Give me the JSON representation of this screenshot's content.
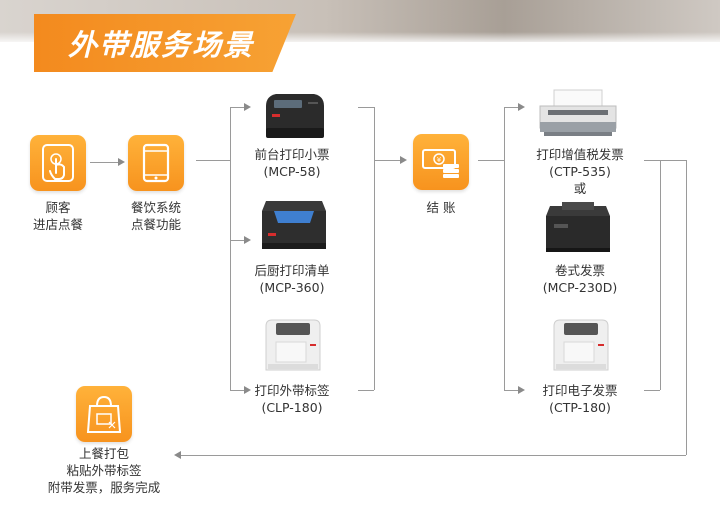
{
  "title": "外带服务场景",
  "steps": {
    "customer": {
      "line1": "顾客",
      "line2": "进店点餐",
      "icon": "touch-hand-icon"
    },
    "ordering": {
      "line1": "餐饮系统",
      "line2": "点餐功能",
      "icon": "tablet-icon"
    },
    "checkout": {
      "label": "结 账",
      "icon": "cash-payment-icon"
    },
    "packing": {
      "line1": "上餐打包",
      "line2": "粘贴外带标签",
      "line3": "附带发票，服务完成",
      "icon": "takeaway-bag-icon"
    }
  },
  "printers_left": [
    {
      "name": "前台打印小票",
      "model": "(MCP-58)",
      "icon": "receipt-printer-icon"
    },
    {
      "name": "后厨打印清单",
      "model": "(MCP-360)",
      "icon": "kitchen-printer-icon"
    },
    {
      "name": "打印外带标签",
      "model": "(CLP-180)",
      "icon": "label-printer-icon"
    }
  ],
  "printers_right": [
    {
      "name": "打印增值税发票",
      "model": "(CTP-535)",
      "icon": "dot-matrix-printer-icon"
    },
    {
      "or": "或"
    },
    {
      "name": "卷式发票",
      "model": "(MCP-230D)",
      "icon": "roll-invoice-printer-icon"
    },
    {
      "name": "打印电子发票",
      "model": "(CTP-180)",
      "icon": "label-printer-icon"
    }
  ],
  "colors": {
    "accent": "#f7931e",
    "line": "#9a9a9a",
    "text": "#333333"
  }
}
